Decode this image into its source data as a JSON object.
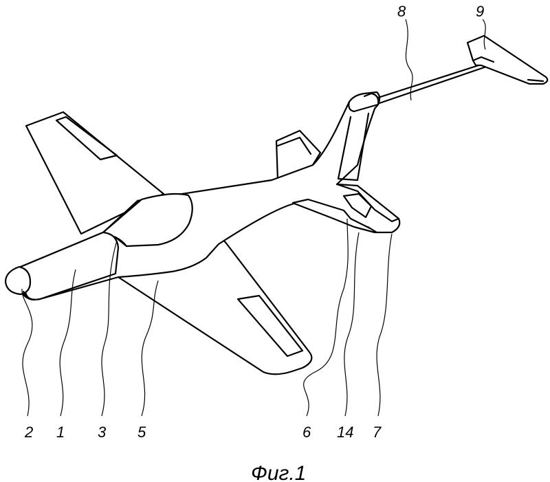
{
  "figure": {
    "caption": "Фиг.1",
    "labels": {
      "l2": "2",
      "l1": "1",
      "l3": "3",
      "l5": "5",
      "l6": "6",
      "l14": "14",
      "l7": "7",
      "l8": "8",
      "l9": "9"
    }
  }
}
